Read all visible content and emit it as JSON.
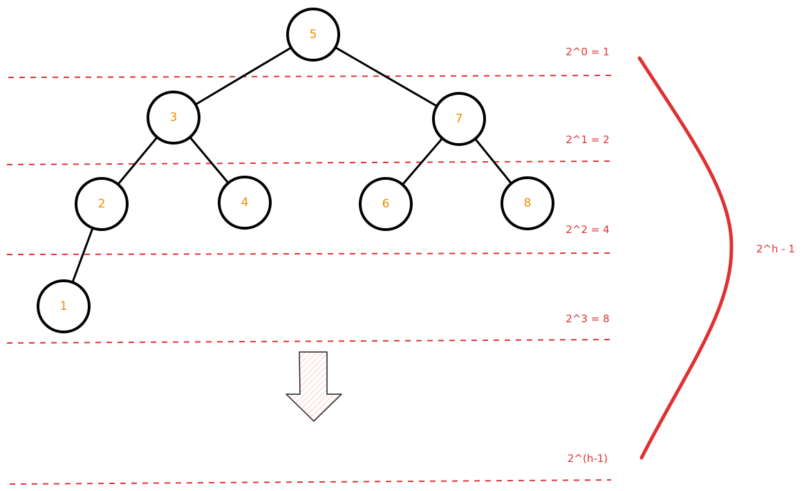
{
  "diagram": {
    "nodes": [
      {
        "id": "n5",
        "label": "5"
      },
      {
        "id": "n3",
        "label": "3"
      },
      {
        "id": "n7",
        "label": "7"
      },
      {
        "id": "n2",
        "label": "2"
      },
      {
        "id": "n4",
        "label": "4"
      },
      {
        "id": "n6",
        "label": "6"
      },
      {
        "id": "n8",
        "label": "8"
      },
      {
        "id": "n1",
        "label": "1"
      }
    ],
    "edges": [
      [
        "n5",
        "n3"
      ],
      [
        "n5",
        "n7"
      ],
      [
        "n3",
        "n2"
      ],
      [
        "n3",
        "n4"
      ],
      [
        "n7",
        "n6"
      ],
      [
        "n7",
        "n8"
      ],
      [
        "n2",
        "n1"
      ]
    ],
    "level_labels": [
      "2^0 = 1",
      "2^1 = 2",
      "2^2 = 4",
      "2^3 = 8",
      "2^(h-1)"
    ],
    "total_label": "2^h - 1",
    "colors": {
      "node_text": "#f08c00",
      "annotation": "#e03131",
      "arrow_fill": "#ffc9c9"
    }
  }
}
